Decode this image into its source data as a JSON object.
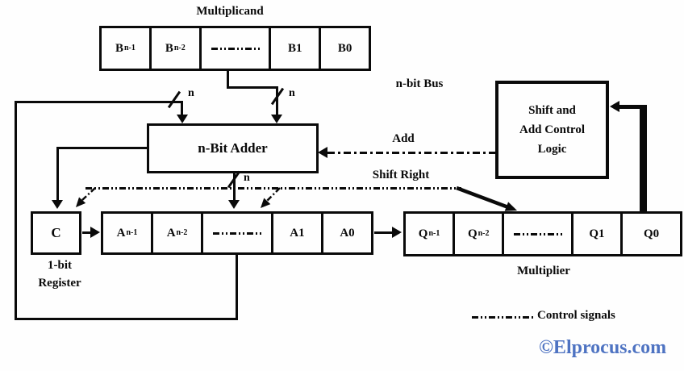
{
  "colors": {
    "line": "#0a0a0a",
    "background": "#fefefe",
    "watermark": "#4e73c2"
  },
  "labels": {
    "multiplicand": "Multiplicand",
    "n_bit_bus": "n-bit Bus",
    "add": "Add",
    "shift_right": "Shift Right",
    "multiplier": "Multiplier",
    "carry_caption_line1": "1-bit",
    "carry_caption_line2": "Register",
    "bus_width_n": "n",
    "control_signals": "Control signals",
    "watermark": "©Elprocus.com"
  },
  "blocks": {
    "adder": {
      "label": "n-Bit Adder"
    },
    "control_logic": {
      "lines": [
        "Shift and",
        "Add Control",
        "Logic"
      ]
    },
    "carry_register": {
      "label": "C"
    }
  },
  "registers": {
    "multiplicand": {
      "cells": [
        {
          "text": "B",
          "sub": "n-1"
        },
        {
          "text": "B",
          "sub": "n-2"
        },
        {
          "dash": true,
          "label": "-··-··-··-"
        },
        {
          "text": "B1"
        },
        {
          "text": "B0"
        }
      ]
    },
    "accumulator": {
      "cells": [
        {
          "text": "A",
          "sub": "n-1"
        },
        {
          "text": "A",
          "sub": "n-2"
        },
        {
          "dash": true,
          "label": "-··-··-··-"
        },
        {
          "text": "A1"
        },
        {
          "text": "A0"
        }
      ]
    },
    "multiplier": {
      "cells": [
        {
          "text": "Q",
          "sub": "n-1"
        },
        {
          "text": "Q",
          "sub": "n-2"
        },
        {
          "dash": true,
          "label": "-··-··-··-"
        },
        {
          "text": "Q1"
        },
        {
          "text": "Q0"
        }
      ]
    }
  }
}
